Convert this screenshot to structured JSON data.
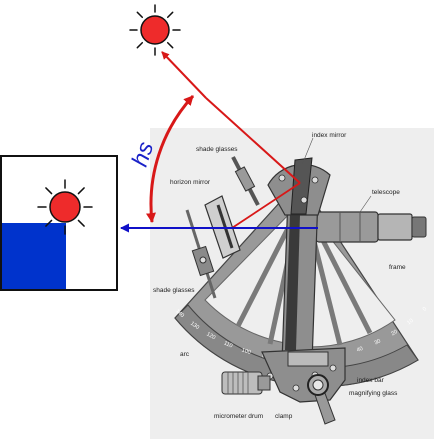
{
  "angle_label": "hs",
  "labels": {
    "index_mirror": "index mirror",
    "shade_glasses_top": "shade glasses",
    "horizon_mirror": "horizon mirror",
    "telescope": "telescope",
    "frame": "frame",
    "shade_glasses_left": "shade glasses",
    "arc": "arc",
    "index_bar": "index bar",
    "magnifying_glass": "magnifying glass",
    "micrometer_drum": "micrometer drum",
    "clamp": "clamp"
  },
  "arc_scale": [
    "140",
    "130",
    "120",
    "110",
    "100",
    "90",
    "80",
    "70",
    "60",
    "50",
    "40",
    "30",
    "20",
    "10",
    "0"
  ],
  "colors": {
    "sun_fill": "#ee2b2b",
    "sight_line": "#d81818",
    "horizon_line": "#1010c8",
    "angle_text": "#1a22c8",
    "sea": "#0033cc",
    "instrument": "#8e8e8e",
    "instrument_dark": "#555555",
    "panel_bg": "#eeeeee"
  }
}
